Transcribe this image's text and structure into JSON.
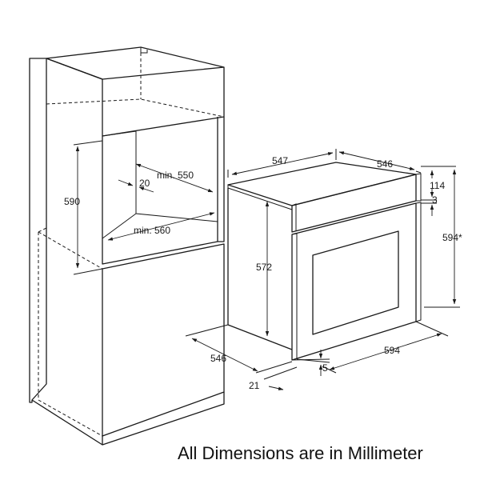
{
  "footer": "All Dimensions are in Millimeter",
  "cabinet": {
    "niche_height": "590",
    "depth_gap": "20",
    "niche_width_min": "min. 550",
    "niche_depth_min": "min. 560"
  },
  "oven": {
    "depth_top": "547",
    "depth_top_right": "546",
    "panel_height": "114",
    "gap": "3",
    "total_height": "594*",
    "body_height": "572",
    "width": "594",
    "depth_bottom": "546",
    "door_thickness": "21",
    "bottom_offset": "5"
  }
}
